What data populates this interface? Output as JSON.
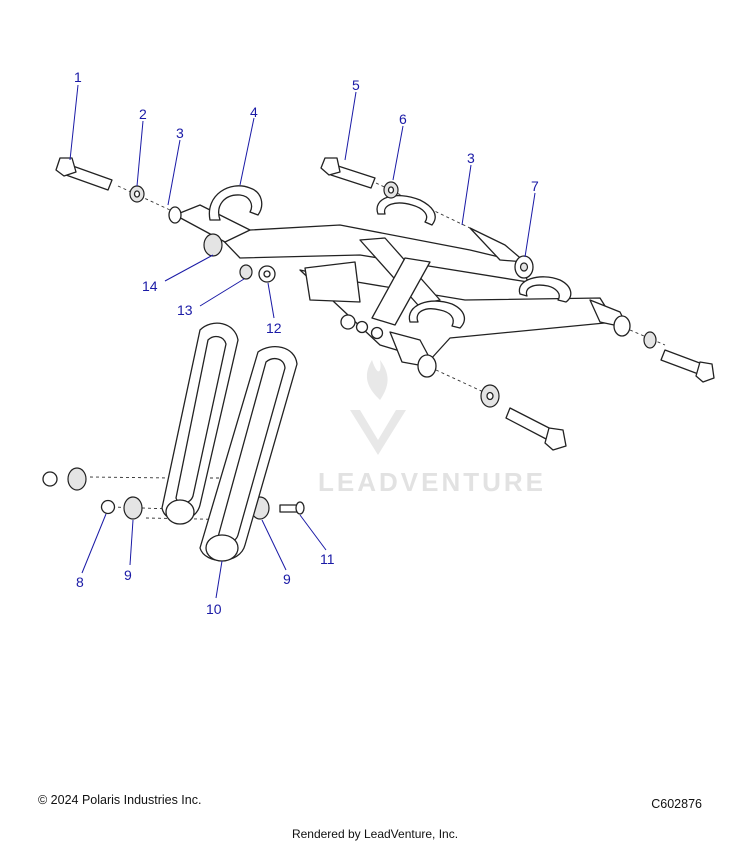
{
  "diagram": {
    "callouts": [
      "1",
      "2",
      "3",
      "4",
      "5",
      "6",
      "3",
      "7",
      "14",
      "13",
      "12",
      "8",
      "9",
      "10",
      "9",
      "11"
    ],
    "watermark": "LEADVENTURE",
    "colors": {
      "callout": "#1a1aa6",
      "line": "#222222",
      "watermark": "#e2e2e2"
    }
  },
  "footer": {
    "copyright": "© 2024 Polaris Industries Inc.",
    "code": "C602876",
    "rendered": "Rendered by LeadVenture, Inc."
  }
}
